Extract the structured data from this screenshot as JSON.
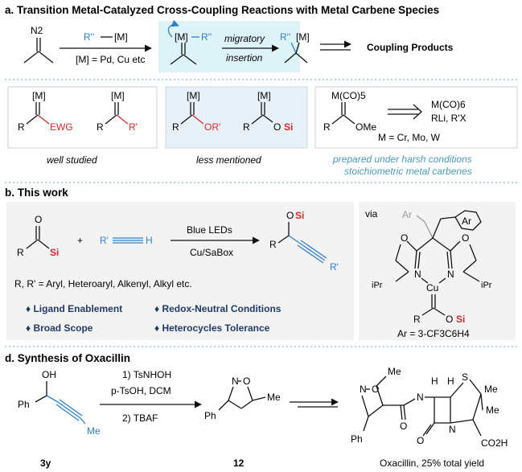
{
  "section_a": {
    "title": "a. Transition Metal-Catalyzed Cross-Coupling Reactions with Metal Carbene Species",
    "diazo_label": "N2",
    "reagent": "R''",
    "reagent_metal": "[M]",
    "metal_note": "[M] = Pd, Cu etc",
    "inter_metal": "[M]",
    "inter_r": "R''",
    "migratory": "migratory",
    "insertion": "insertion",
    "prod_r": "R''",
    "prod_metal": "[M]",
    "coupling_products": "Coupling Products",
    "c1_m": "[M]",
    "c1_r": "R",
    "c1_ewg": "EWG",
    "c2_m": "[M]",
    "c2_r": "R",
    "c2_r2": "R'",
    "well_studied": "well studied",
    "c3_m": "[M]",
    "c3_r": "R",
    "c3_or": "OR'",
    "c4_m": "[M]",
    "c4_r": "R",
    "c4_o": "O",
    "c4_si": "Si",
    "less_mentioned": "less mentioned",
    "fischer_m": "M(CO)5",
    "fischer_r": "R",
    "fischer_ome": "OMe",
    "fischer_prec1": "M(CO)6",
    "fischer_prec2": "RLi, R'X",
    "fischer_metals": "M = Cr, Mo, W",
    "harsh1": "prepared under harsh conditions",
    "harsh2": "stoichiometric metal carbenes"
  },
  "section_b": {
    "title": "b. This work",
    "acyl_o": "O",
    "acyl_r": "R",
    "acyl_si": "Si",
    "plus": "+",
    "alkyne_r": "R'",
    "alkyne_h": "H",
    "cond1": "Blue LEDs",
    "cond2": "Cu/SaBox",
    "prod_o": "O",
    "prod_si": "Si",
    "prod_r": "R",
    "prod_r2": "R'",
    "scope": "R, R' = Aryl, Heteroaryl, Alkenyl, Alkyl etc.",
    "features": [
      "Ligand Enablement",
      "Redox-Neutral Conditions",
      "Broad Scope",
      "Heterocycles Tolerance"
    ],
    "via": "via",
    "lig_ar1": "Ar",
    "lig_ar2": "Ar",
    "lig_o1": "O",
    "lig_o2": "O",
    "lig_n1": "N",
    "lig_n2": "N",
    "lig_ipr1": "iPr",
    "lig_ipr2": "iPr",
    "lig_cu": "Cu",
    "lig_r": "R",
    "lig_o3": "O",
    "lig_si": "Si",
    "ar_def": "Ar = 3-CF3C6H4"
  },
  "section_d": {
    "title": "d. Synthesis of Oxacillin",
    "sm_oh": "OH",
    "sm_ph": "Ph",
    "sm_me": "Me",
    "step1": "1) TsNHOH",
    "step1b": "p-TsOH, DCM",
    "step2": "2) TBAF",
    "isox_n": "N",
    "isox_o": "O",
    "isox_ph": "Ph",
    "isox_me": "Me",
    "oxa_n": "N",
    "oxa_o": "O",
    "oxa_me": "Me",
    "oxa_ph": "Ph",
    "oxa_o2": "O",
    "oxa_nh": "N",
    "oxa_h1": "H",
    "oxa_h2": "H",
    "oxa_s": "S",
    "oxa_me2": "Me",
    "oxa_me3": "Me",
    "oxa_o3": "O",
    "oxa_n2": "N",
    "oxa_co2h": "CO2H",
    "label_3y": "3y",
    "label_12": "12",
    "oxacillin": "Oxacillin, 25% total yield"
  }
}
